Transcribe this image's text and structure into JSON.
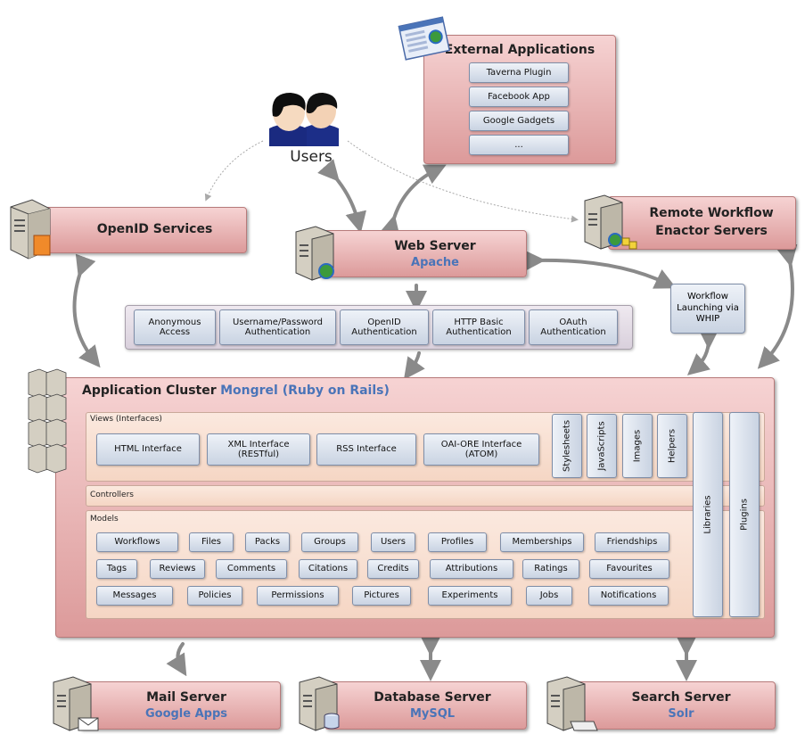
{
  "external": {
    "title": "External Applications",
    "items": [
      "Taverna Plugin",
      "Facebook App",
      "Google Gadgets",
      "..."
    ]
  },
  "users": {
    "label": "Users"
  },
  "openid": {
    "title": "OpenID Services"
  },
  "webserver": {
    "title": "Web Server",
    "sub": "Apache"
  },
  "remote": {
    "title1": "Remote Workflow",
    "title2": "Enactor Servers"
  },
  "auth": [
    "Anonymous Access",
    "Username/Password Authentication",
    "OpenID Authentication",
    "HTTP Basic Authentication",
    "OAuth Authentication"
  ],
  "whip": {
    "label": "Workflow Launching via WHIP"
  },
  "cluster": {
    "title": "Application Cluster",
    "sub": "Mongrel (Ruby on Rails)"
  },
  "views": {
    "label": "Views (Interfaces)",
    "items": [
      "HTML Interface",
      "XML Interface (RESTful)",
      "RSS Interface",
      "OAI-ORE Interface (ATOM)"
    ]
  },
  "vertical": [
    "Stylesheets",
    "JavaScripts",
    "Images",
    "Helpers"
  ],
  "libraries": "Libraries",
  "plugins": "Plugins",
  "controllers": "Controllers",
  "models": {
    "label": "Models",
    "rows": [
      [
        "Workflows",
        "Files",
        "Packs",
        "Groups",
        "Users",
        "Profiles",
        "Memberships",
        "Friendships"
      ],
      [
        "Tags",
        "Reviews",
        "Comments",
        "Citations",
        "Credits",
        "Attributions",
        "Ratings",
        "Favourites"
      ],
      [
        "Messages",
        "Policies",
        "Permissions",
        "Pictures",
        "Experiments",
        "Jobs",
        "Notifications"
      ]
    ]
  },
  "mail": {
    "title": "Mail Server",
    "sub": "Google Apps"
  },
  "database": {
    "title": "Database Server",
    "sub": "MySQL"
  },
  "search": {
    "title": "Search Server",
    "sub": "Solr"
  }
}
